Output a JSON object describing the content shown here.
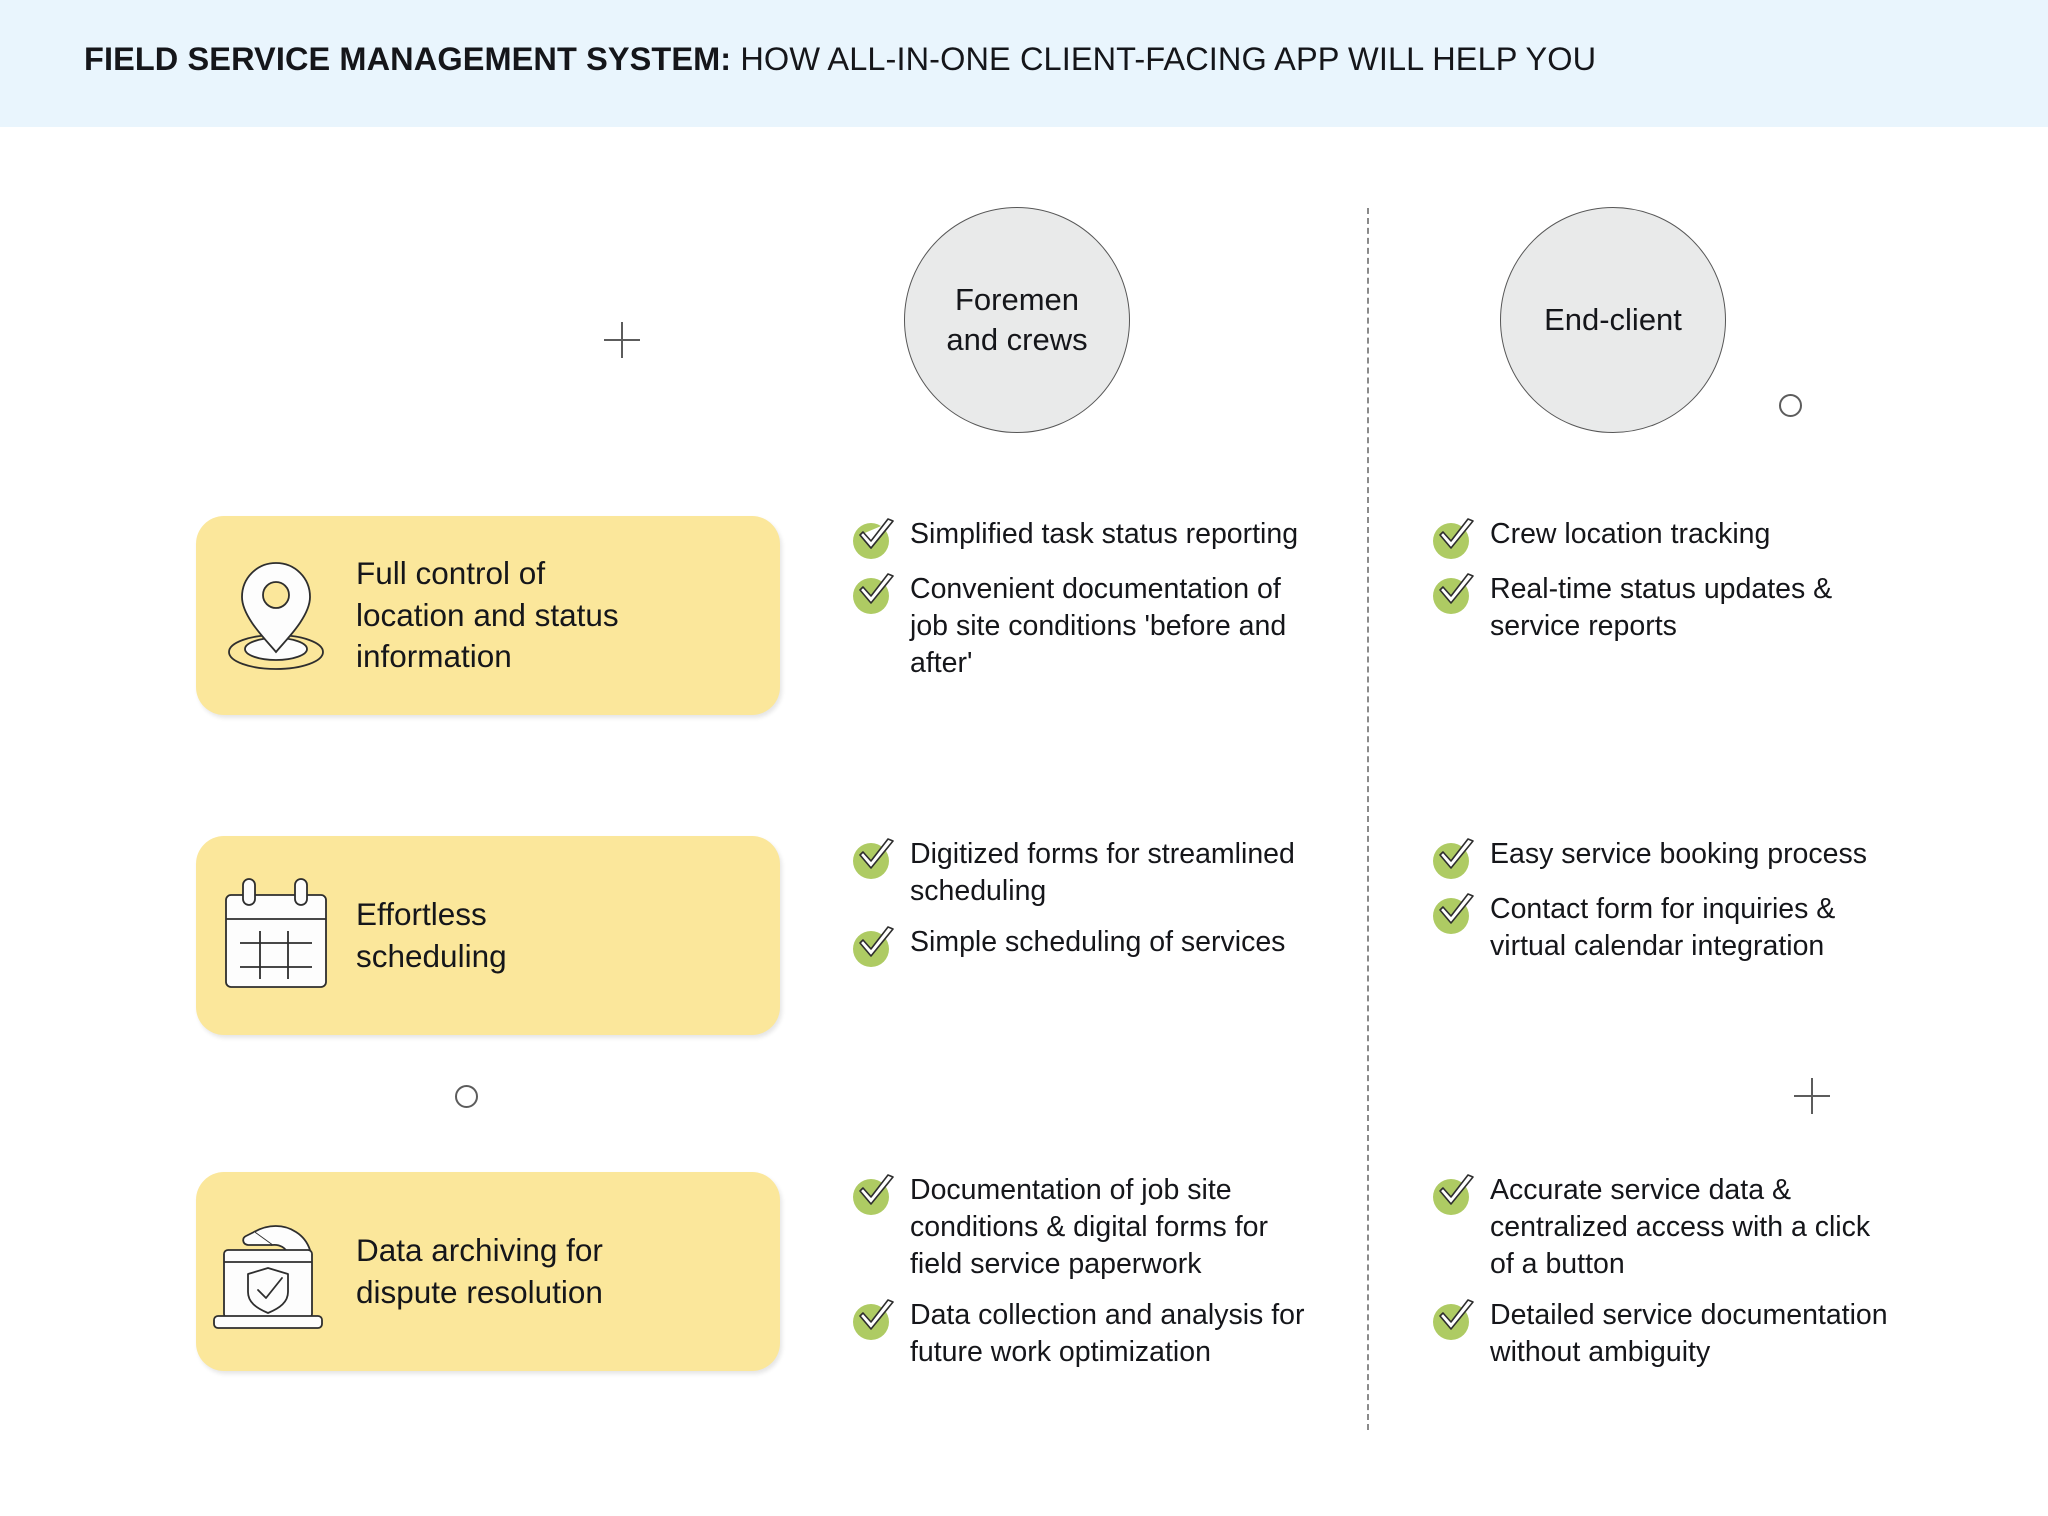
{
  "header": {
    "title_strong": "FIELD SERVICE MANAGEMENT SYSTEM:",
    "title_rest": " HOW ALL-IN-ONE CLIENT-FACING APP WILL HELP YOU",
    "band_color": "#e9f5fd"
  },
  "colors": {
    "card_yellow": "#fbe79b",
    "check_green": "#aecb63",
    "persona_gray": "#e9eaea",
    "ink": "#15161a",
    "deco_gray": "#5c5c5c"
  },
  "personas": [
    {
      "id": "foremen",
      "label": "Foremen\nand crews",
      "line1": "Foremen",
      "line2": "and crews"
    },
    {
      "id": "end-client",
      "label": "End-client",
      "line1": "End-client",
      "line2": ""
    }
  ],
  "cards": [
    {
      "id": "location-status",
      "icon": "location-pin-icon",
      "line1": "Full control of",
      "line2": "location and status",
      "line3": "information"
    },
    {
      "id": "scheduling",
      "icon": "calendar-icon",
      "line1": "Effortless",
      "line2": "scheduling",
      "line3": ""
    },
    {
      "id": "data-archiving",
      "icon": "laptop-shield-icon",
      "line1": "Data archiving for",
      "line2": "dispute resolution",
      "line3": ""
    }
  ],
  "benefits": {
    "foremen": [
      {
        "group": "location-status",
        "items": [
          "Simplified task status reporting",
          "Convenient documentation of job site conditions 'before and after'"
        ]
      },
      {
        "group": "scheduling",
        "items": [
          "Digitized forms for streamlined scheduling",
          "Simple scheduling of services"
        ]
      },
      {
        "group": "data-archiving",
        "items": [
          "Documentation of job site conditions & digital forms for field service paperwork",
          "Data collection and analysis for future work optimization"
        ]
      }
    ],
    "end_client": [
      {
        "group": "location-status",
        "items": [
          "Crew location tracking",
          "Real-time status updates & service reports"
        ]
      },
      {
        "group": "scheduling",
        "items": [
          "Easy service booking process",
          "Contact form for inquiries & virtual calendar integration"
        ]
      },
      {
        "group": "data-archiving",
        "items": [
          "Accurate service data & centralized access with a click of a button",
          "Detailed service documentation without ambiguity"
        ]
      }
    ]
  },
  "decorations": [
    {
      "id": "plus-top-left",
      "type": "plus"
    },
    {
      "id": "plus-bottom-right",
      "type": "plus"
    },
    {
      "id": "circle-top-right",
      "type": "circle"
    },
    {
      "id": "circle-mid-left",
      "type": "circle"
    }
  ]
}
